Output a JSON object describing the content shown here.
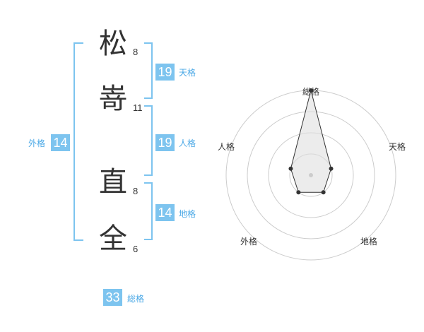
{
  "name": {
    "chars": [
      {
        "char": "松",
        "strokes": "8"
      },
      {
        "char": "嵜",
        "strokes": "11"
      },
      {
        "char": "直",
        "strokes": "8"
      },
      {
        "char": "全",
        "strokes": "6"
      }
    ]
  },
  "scores": {
    "tenkaku": {
      "value": "19",
      "label": "天格"
    },
    "jinkaku": {
      "value": "19",
      "label": "人格"
    },
    "chikaku": {
      "value": "14",
      "label": "地格"
    },
    "gaikaku": {
      "value": "14",
      "label": "外格"
    },
    "soukaku": {
      "value": "33",
      "label": "総格"
    }
  },
  "radar": {
    "axes": [
      "総格",
      "天格",
      "地格",
      "外格",
      "人格"
    ],
    "levels": 4,
    "values": [
      4,
      1,
      1,
      1,
      1
    ],
    "colors": {
      "ring": "#cccccc",
      "fill": "#e0e0e0",
      "line": "#333333",
      "center": "#cccccc"
    }
  },
  "colors": {
    "accent": "#7dc4ef",
    "label": "#4aa8e6",
    "text": "#333333"
  }
}
